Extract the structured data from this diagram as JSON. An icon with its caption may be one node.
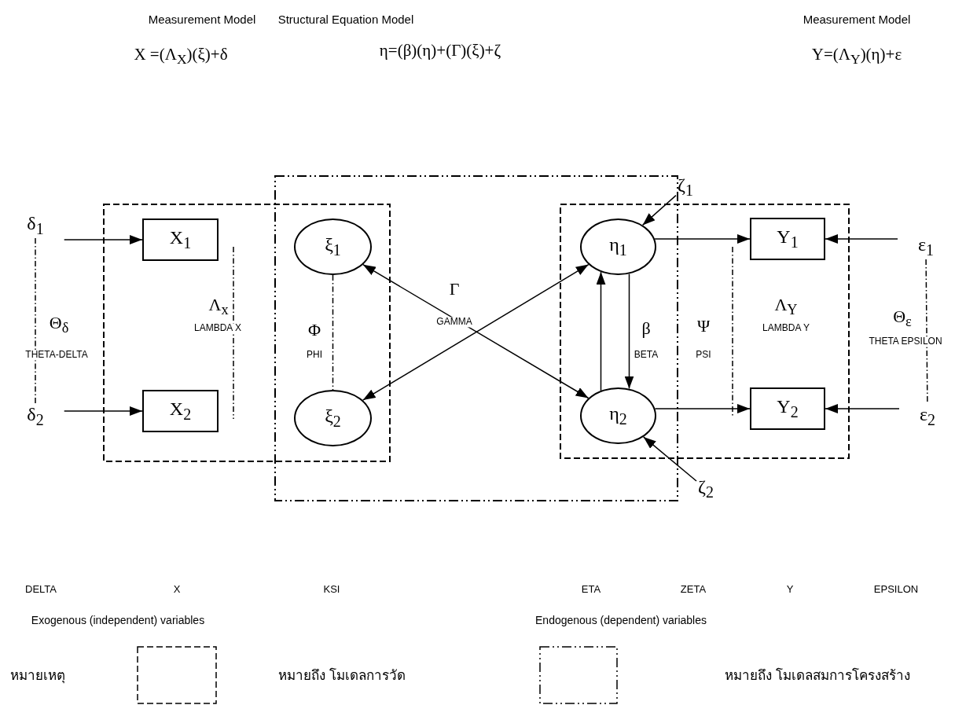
{
  "diagram": {
    "nodes": [
      {
        "text": [
          "ζ$_{1}$"
        ]
      },
      {
        "text": [
          "δ$_{1}$"
        ]
      },
      {
        "text": [
          "X$_{1}$"
        ]
      },
      {
        "text": [
          "ξ$_{1}$"
        ]
      },
      {
        "text": [
          "η$_{1}$"
        ]
      },
      {
        "text": [
          "Y$_{1}$"
        ]
      },
      {
        "text": [
          "ε$_{1}$"
        ]
      },
      {
        "text": [
          "δ$_{2}$"
        ]
      },
      {
        "text": [
          "X$_{2}$"
        ]
      },
      {
        "text": [
          "ξ$_{2}$"
        ]
      },
      {
        "text": [
          "η$_{2}$"
        ]
      },
      {
        "text": [
          "Y$_{2}$"
        ]
      },
      {
        "text": [
          "ε$_{2}$"
        ]
      },
      {
        "text": [
          "ζ$_{2}$"
        ]
      }
    ],
    "edges": [
      {
        "from": 1,
        "to": 2,
        "arrow": "to"
      },
      {
        "from": 7,
        "to": 8,
        "arrow": "to"
      },
      {
        "from": 1,
        "to": 7,
        "arrow": "none",
        "style": "dashed"
      },
      {
        "from": 3,
        "to": 9,
        "arrow": "none",
        "style": "dashed"
      },
      {
        "from": 3,
        "to": 10,
        "arrow": "both"
      },
      {
        "from": 9,
        "to": 4,
        "arrow": "both"
      },
      {
        "from": 0,
        "to": 4,
        "arrow": "to"
      },
      {
        "from": 4,
        "to": 10,
        "arrow": "to"
      },
      {
        "from": 10,
        "to": 4,
        "arrow": "to"
      },
      {
        "from": 4,
        "to": 5,
        "arrow": "to"
      },
      {
        "from": 10,
        "to": 11,
        "arrow": "to"
      },
      {
        "from": 6,
        "to": 5,
        "arrow": "to"
      },
      {
        "from": 12,
        "to": 11,
        "arrow": "to"
      },
      {
        "from": 6,
        "to": 12,
        "arrow": "none",
        "style": "dashed"
      },
      {
        "from": 13,
        "to": 10,
        "arrow": "to"
      }
    ],
    "labels": [
      "Measurement Model",
      "Structural Equation Model",
      "Measurement Model",
      "X =(Λ$_{X}$)(ξ)+δ",
      "η=(β)(η)+(Γ)(ξ)+ζ",
      "Y=(Λ$_{Y}$)(η)+ε",
      "Θ$_{δ}$",
      "THETA-DELTA",
      "Λ$_{x}$",
      "LAMBDA X",
      "Φ",
      "PHI",
      "Γ",
      "GAMMA",
      "β",
      "BETA",
      "Ψ",
      "PSI",
      "Λ$_{Y}$",
      "LAMBDA Y",
      "Θ$_{ε}$",
      "THETA EPSILON",
      "DELTA",
      "X",
      "KSI",
      "ETA",
      "ZETA",
      "Y",
      "EPSILON",
      "Exogenous (independent) variables",
      "Endogenous (dependent) variables",
      "หมายเหตุ"
    ],
    "legend": [
      {
        "text": "หมายถึง โมเดลการวัด"
      },
      {
        "text": "หมายถึง โมเดลสมการโครงสร้าง"
      }
    ]
  }
}
